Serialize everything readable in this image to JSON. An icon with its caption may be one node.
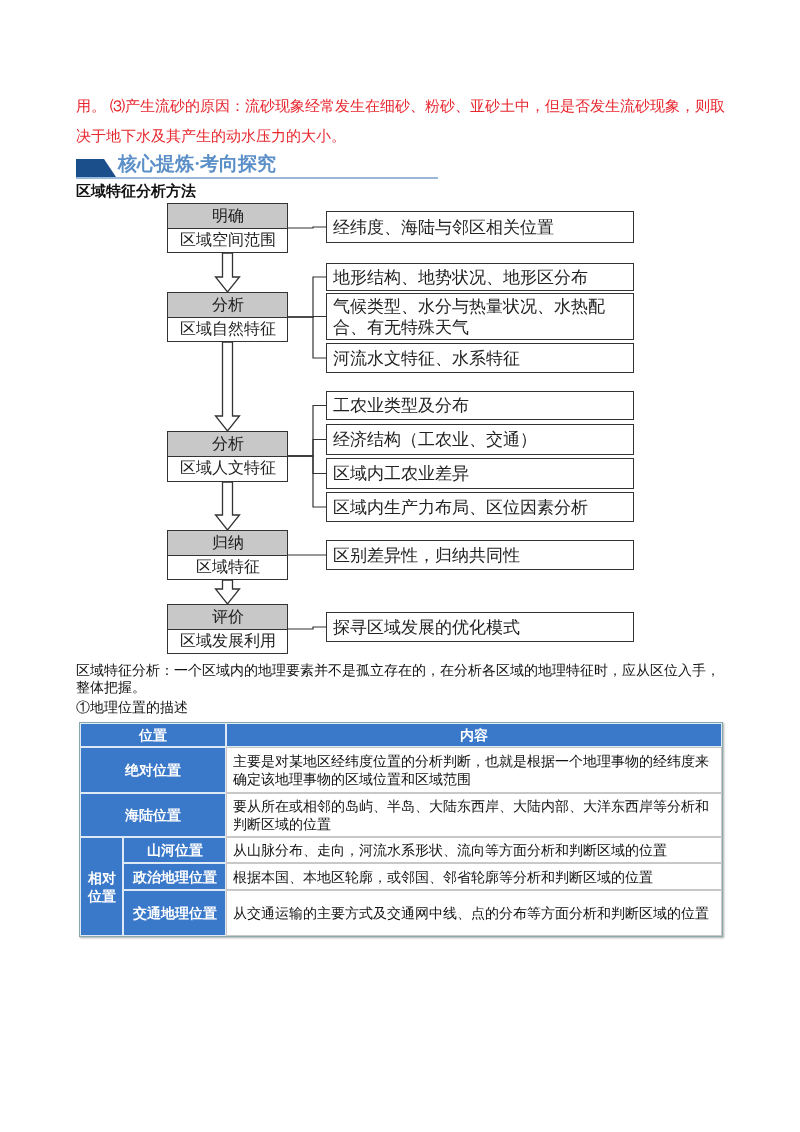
{
  "diagram": {
    "title": "区域特征分析方法",
    "nodes": [
      {
        "text": [
          "明确",
          "区域空间范围"
        ]
      },
      {
        "text": [
          "经纬度、海陆与邻区相关位置"
        ]
      },
      {
        "text": [
          "分析",
          "区域自然特征"
        ]
      },
      {
        "text": [
          "地形结构、地势状况、地形区分布"
        ]
      },
      {
        "text": [
          "气候类型、水分与热量状况、水热配合、有无特殊天气"
        ]
      },
      {
        "text": [
          "河流水文特征、水系特征"
        ]
      },
      {
        "text": [
          "分析",
          "区域人文特征"
        ]
      },
      {
        "text": [
          "工农业类型及分布"
        ]
      },
      {
        "text": [
          "经济结构（工农业、交通）"
        ]
      },
      {
        "text": [
          "区域内工农业差异"
        ]
      },
      {
        "text": [
          "区域内生产力布局、区位因素分析"
        ]
      },
      {
        "text": [
          "归纳",
          "区域特征"
        ]
      },
      {
        "text": [
          "区别差异性，归纳共同性"
        ]
      },
      {
        "text": [
          "评价",
          "区域发展利用"
        ]
      },
      {
        "text": [
          "探寻区域发展的优化模式"
        ]
      }
    ],
    "edges": [
      {
        "from": 0,
        "to": 1,
        "arrow": "none"
      },
      {
        "from": 0,
        "to": 2,
        "arrow": "to"
      },
      {
        "from": 2,
        "to": 3,
        "arrow": "none"
      },
      {
        "from": 2,
        "to": 4,
        "arrow": "none"
      },
      {
        "from": 2,
        "to": 5,
        "arrow": "none"
      },
      {
        "from": 2,
        "to": 6,
        "arrow": "to"
      },
      {
        "from": 6,
        "to": 7,
        "arrow": "none"
      },
      {
        "from": 6,
        "to": 8,
        "arrow": "none"
      },
      {
        "from": 6,
        "to": 9,
        "arrow": "none"
      },
      {
        "from": 6,
        "to": 10,
        "arrow": "none"
      },
      {
        "from": 6,
        "to": 11,
        "arrow": "to"
      },
      {
        "from": 11,
        "to": 12,
        "arrow": "none"
      },
      {
        "from": 11,
        "to": 13,
        "arrow": "to"
      },
      {
        "from": 13,
        "to": 14,
        "arrow": "none"
      }
    ],
    "labels": [
      "用。 ⑶产生流砂的原因：流砂现象经常发生在细砂、粉砂、亚砂土中，但是否发生流砂现象，则取决于地下水及其产生的动水压力的大小。",
      "核心提炼·考向探究",
      "区域特征分析：一个区域内的地理要素并不是孤立存在的，在分析各区域的地理特征时，应从区位入手，整体把握。",
      "①地理位置的描述",
      "位置",
      "内容",
      "绝对位置",
      "主要是对某地区经纬度位置的分析判断，也就是根据一个地理事物的经纬度来确定该地理事物的区域位置和区域范围",
      "海陆位置",
      "要从所在或相邻的岛屿、半岛、大陆东西岸、大陆内部、大洋东西岸等分析和判断区域的位置",
      "相对位置",
      "山河位置",
      "从山脉分布、走向，河流水系形状、流向等方面分析和判断区域的位置",
      "政治地理位置",
      "根据本国、本地区轮廓，或邻国、邻省轮廓等分析和判断区域的位置",
      "交通地理位置",
      "从交通运输的主要方式及交通网中线、点的分布等方面分析和判断区域的位置"
    ]
  }
}
